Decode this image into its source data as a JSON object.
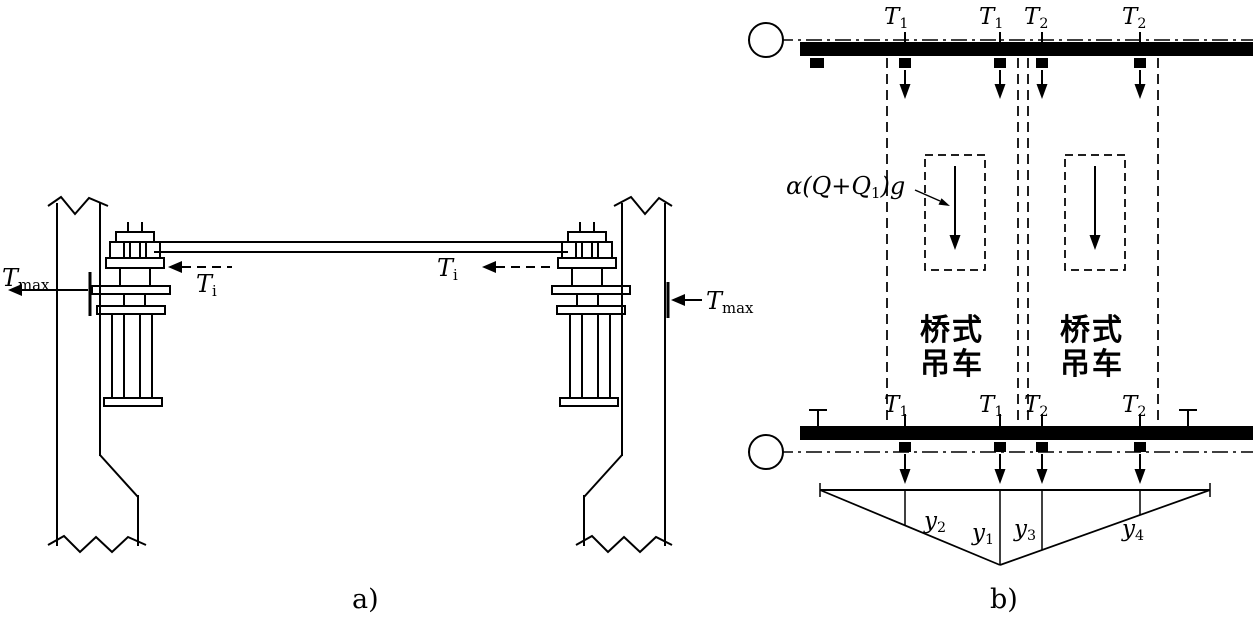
{
  "colors": {
    "ink": "#000000",
    "paper": "#ffffff"
  },
  "panel_a": {
    "caption": "a)",
    "t_max_left": {
      "main": "T",
      "sub": "max"
    },
    "t_i_left": {
      "main": "T",
      "sub": "i"
    },
    "t_i_right": {
      "main": "T",
      "sub": "i"
    },
    "t_max_right": {
      "main": "T",
      "sub": "max"
    }
  },
  "panel_b": {
    "caption": "b)",
    "load_label": {
      "pre": "α(Q+Q",
      "sub": "1",
      "post": ")g"
    },
    "crane_left": {
      "line1": "桥式",
      "line2": "吊车"
    },
    "crane_right": {
      "line1": "桥式",
      "line2": "吊车"
    },
    "top_wheel_loads": [
      {
        "main": "T",
        "sub": "1"
      },
      {
        "main": "T",
        "sub": "1"
      },
      {
        "main": "T",
        "sub": "2"
      },
      {
        "main": "T",
        "sub": "2"
      }
    ],
    "bottom_wheel_loads": [
      {
        "main": "T",
        "sub": "1"
      },
      {
        "main": "T",
        "sub": "1"
      },
      {
        "main": "T",
        "sub": "2"
      },
      {
        "main": "T",
        "sub": "2"
      }
    ],
    "influence_ordinates": [
      {
        "main": "y",
        "sub": "2"
      },
      {
        "main": "y",
        "sub": "1"
      },
      {
        "main": "y",
        "sub": "3"
      },
      {
        "main": "y",
        "sub": "4"
      }
    ]
  }
}
